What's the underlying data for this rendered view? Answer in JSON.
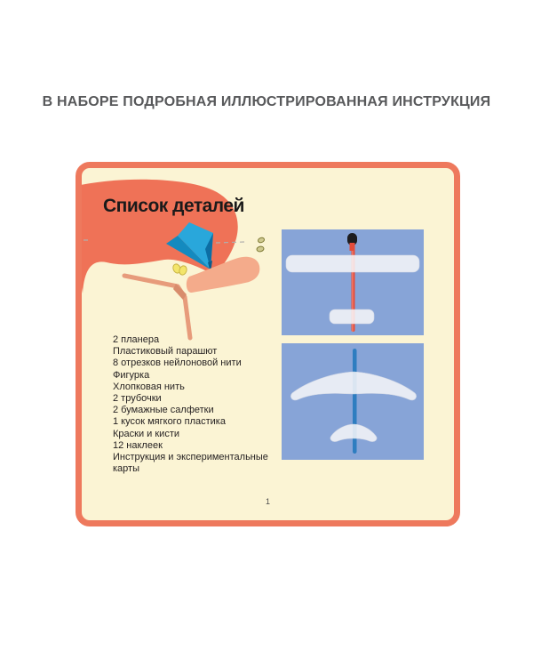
{
  "header": {
    "title": "В НАБОРЕ ПОДРОБНАЯ ИЛЛЮСТРИРОВАННАЯ ИНСТРУКЦИЯ"
  },
  "card": {
    "ribbon_title": "Список деталей",
    "parts": [
      "2 планера",
      "Пластиковый парашют",
      "8 отрезков нейлоновой нити",
      "Фигурка",
      "Хлопковая нить",
      "2 трубочки",
      "2 бумажные салфетки",
      "1 кусок мягкого пластика",
      "Краски и кисти",
      "12 наклеек",
      "Инструкция и экспериментальные карты"
    ],
    "page_number": "1"
  },
  "illustrations": {
    "hand_plane": "hand-launching-blue-paper-plane",
    "panel_top": "glider-top-view-red-fuselage",
    "panel_bottom": "glider-top-view-blue-fuselage"
  },
  "colors": {
    "accent_coral": "#ee795d",
    "card_cream": "#fbf4d4",
    "panel_blue": "#87a4d7",
    "plane_blue": "#29a7db",
    "red_stick": "#e34c3b",
    "blue_stick": "#2e7dc0",
    "skin_peach": "#f4ab8b",
    "header_gray": "#58595b"
  }
}
